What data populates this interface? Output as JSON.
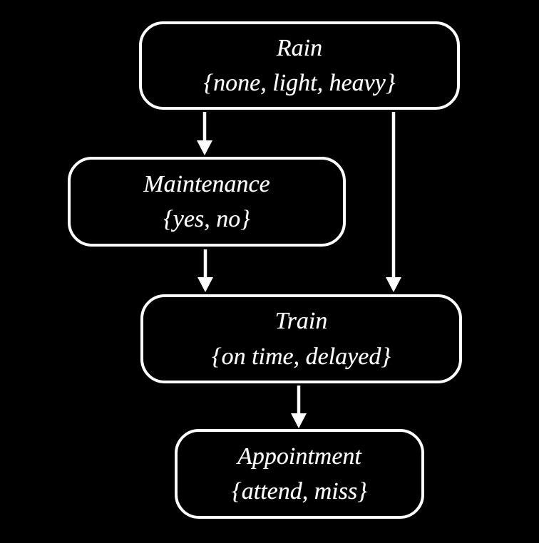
{
  "diagram": {
    "type": "bayesian-network",
    "background_color": "#000000",
    "node_border_color": "#ffffff",
    "text_color": "#ffffff",
    "arrow_color": "#ffffff",
    "nodes": [
      {
        "id": "rain",
        "label": "Rain",
        "domain": "{none, light, heavy}"
      },
      {
        "id": "maintenance",
        "label": "Maintenance",
        "domain": "{yes, no}"
      },
      {
        "id": "train",
        "label": "Train",
        "domain": "{on time, delayed}"
      },
      {
        "id": "appointment",
        "label": "Appointment",
        "domain": "{attend, miss}"
      }
    ],
    "edges": [
      {
        "from": "Rain",
        "to": "Maintenance"
      },
      {
        "from": "Rain",
        "to": "Train"
      },
      {
        "from": "Maintenance",
        "to": "Train"
      },
      {
        "from": "Train",
        "to": "Appointment"
      }
    ]
  }
}
